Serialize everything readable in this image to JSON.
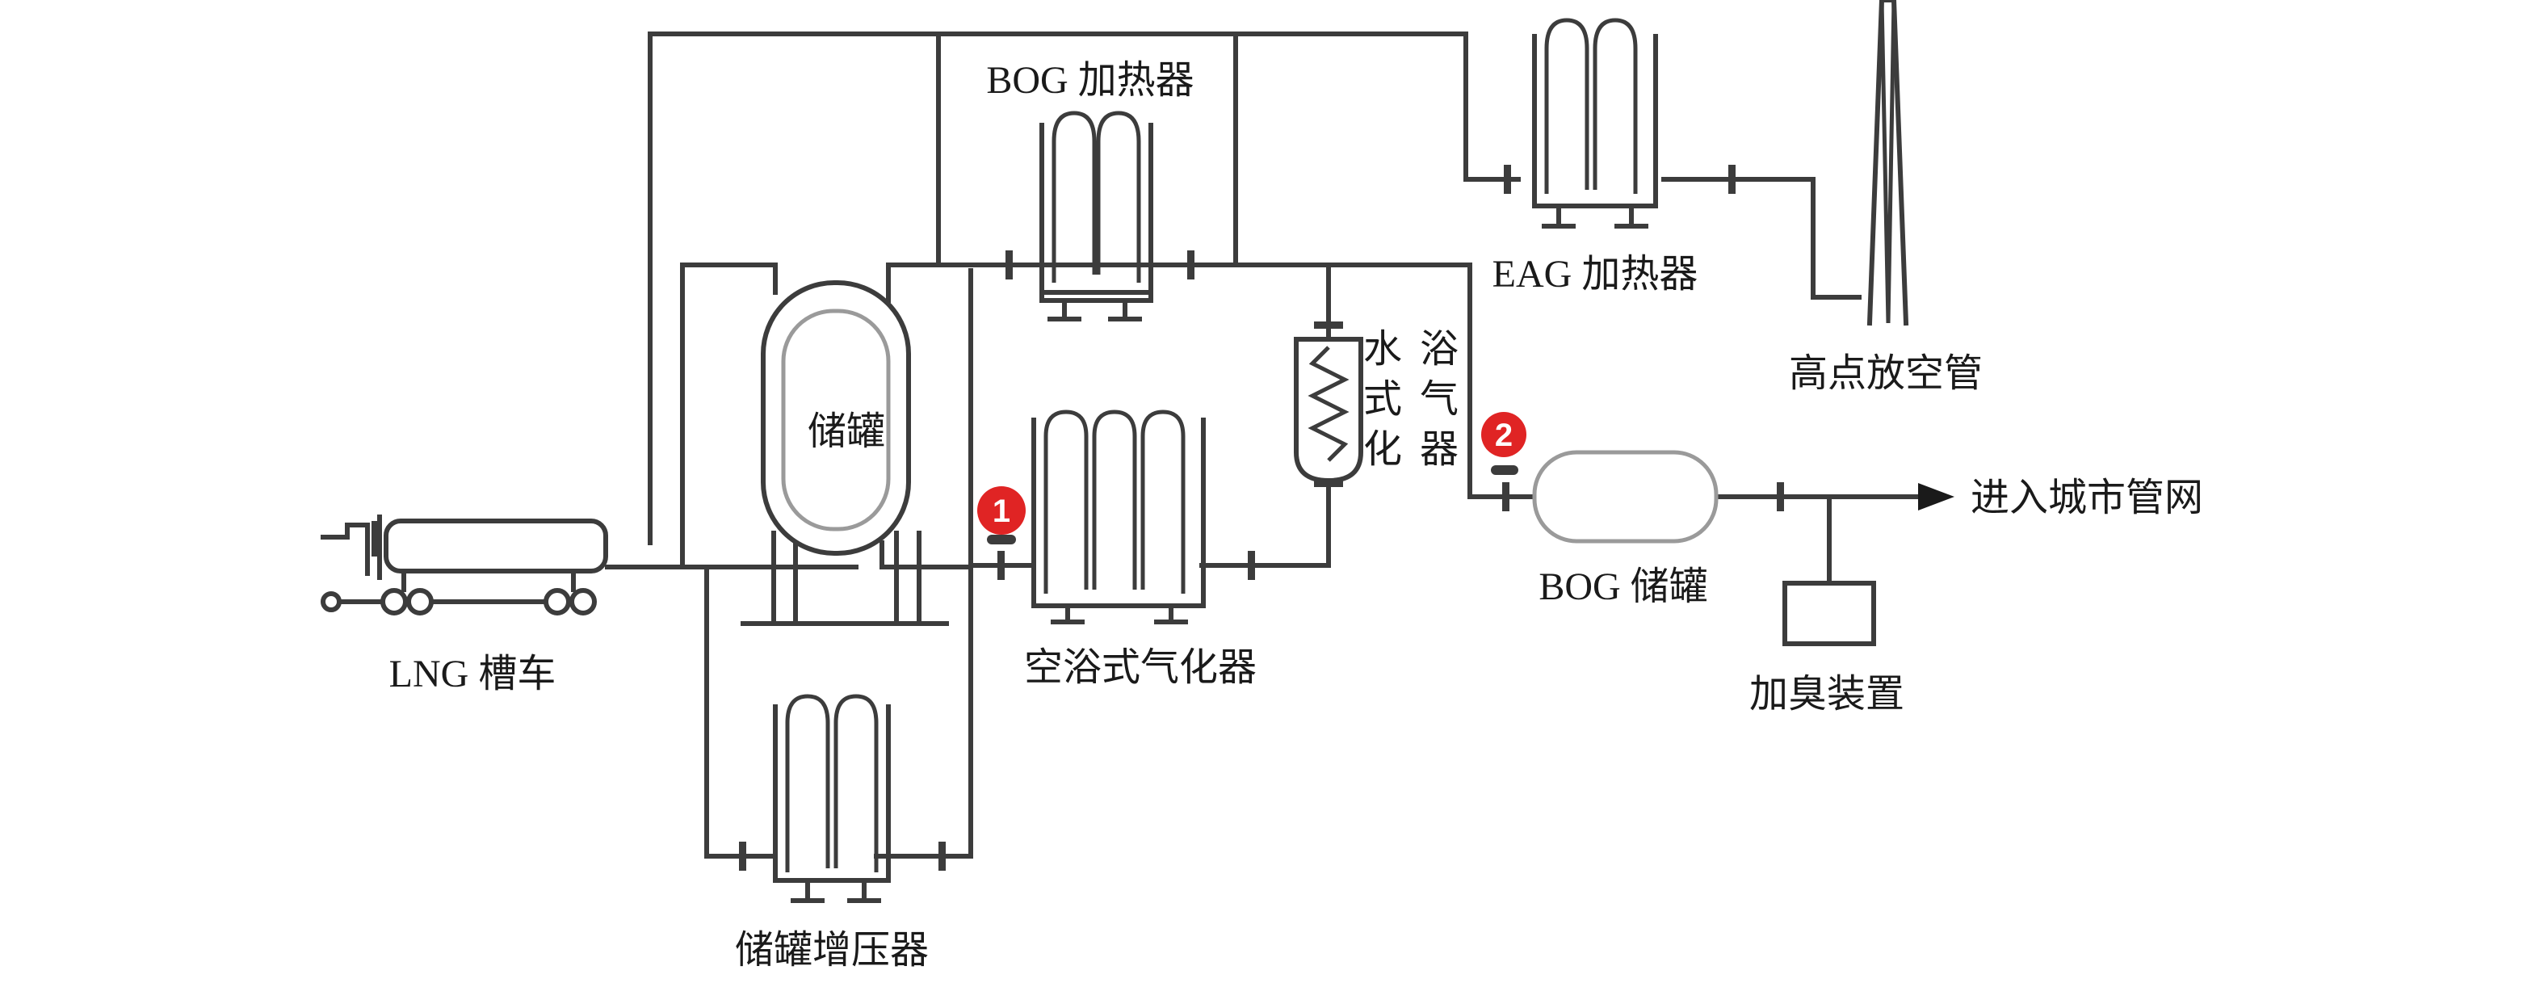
{
  "labels": {
    "bog_heater": "BOG 加热器",
    "eag_heater": "EAG 加热器",
    "vent_stack": "高点放空管",
    "storage_tank": "储罐",
    "water_bath_vaporizer": [
      "水",
      "浴",
      "式",
      "气",
      "化",
      "器"
    ],
    "bog_tank": "BOG 储罐",
    "city_network": "进入城市管网",
    "lng_truck": "LNG 槽车",
    "air_vaporizer": "空浴式气化器",
    "odorizer": "加臭装置",
    "tank_booster": "储罐增压器"
  },
  "markers": [
    "1",
    "2"
  ],
  "colors": {
    "pipe": "#3c3c3c",
    "marker": "#e02424",
    "inner_vessel": "#9a9a9a"
  }
}
